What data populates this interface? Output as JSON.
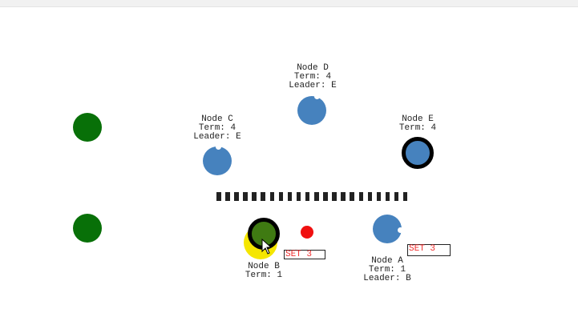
{
  "nodes": {
    "a": {
      "name": "Node A",
      "term": "Term: 1",
      "leader": "Leader: B",
      "message": "SET 3"
    },
    "b": {
      "name": "Node B",
      "term": "Term: 1",
      "message": "SET 3"
    },
    "c": {
      "name": "Node C",
      "term": "Term: 4",
      "leader": "Leader: E"
    },
    "d": {
      "name": "Node D",
      "term": "Term: 4",
      "leader": "Leader: E"
    },
    "e": {
      "name": "Node E",
      "term": "Term: 4"
    }
  },
  "colors": {
    "follower": "#4682be",
    "client": "#087008",
    "leader_old": "#3f7a12",
    "highlight": "#f5e600",
    "request": "#f01010"
  },
  "partition_segments": 22
}
